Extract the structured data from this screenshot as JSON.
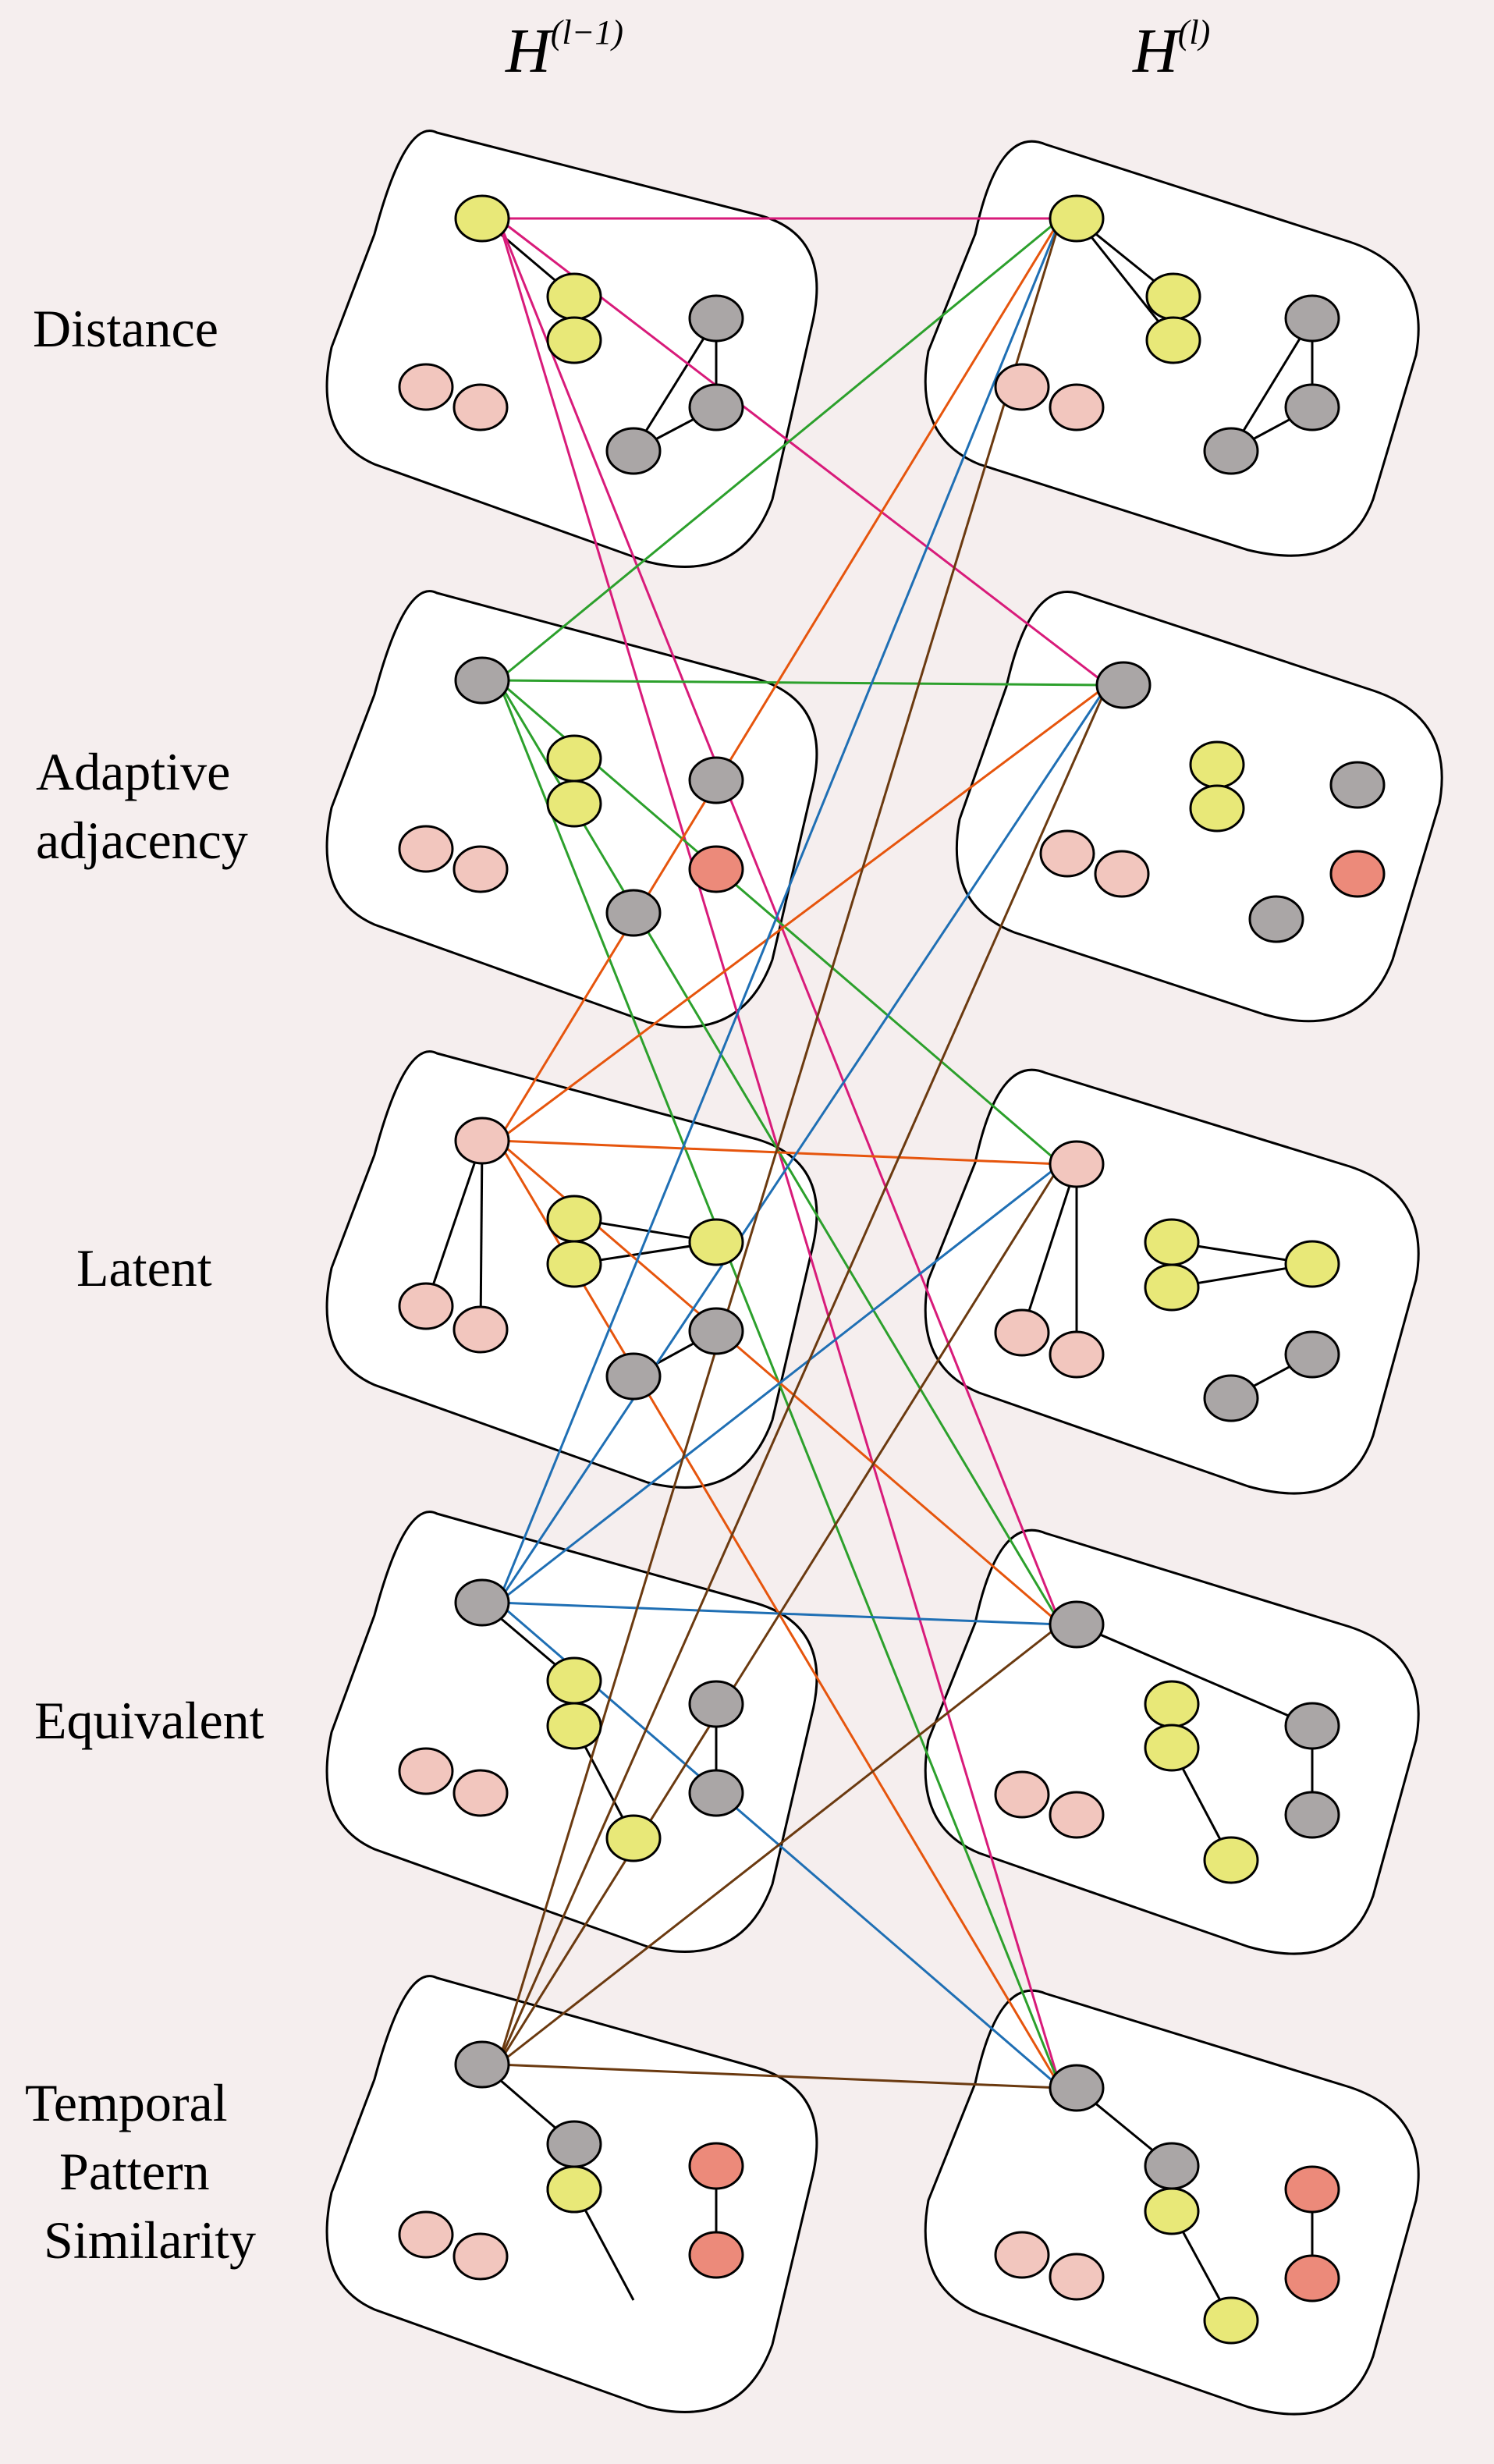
{
  "headers": {
    "left": {
      "base": "H",
      "sup": "(l−1)"
    },
    "right": {
      "base": "H",
      "sup": "(l)"
    }
  },
  "rows": [
    {
      "id": "distance",
      "label_lines": [
        "Distance"
      ]
    },
    {
      "id": "adaptive",
      "label_lines": [
        "Adaptive",
        "adjacency"
      ]
    },
    {
      "id": "latent",
      "label_lines": [
        "Latent"
      ]
    },
    {
      "id": "equivalent",
      "label_lines": [
        "Equivalent"
      ]
    },
    {
      "id": "temporal",
      "label_lines": [
        "Temporal",
        "Pattern",
        "Similarity"
      ]
    }
  ],
  "colors": {
    "background": "#f5eeee",
    "node_yellow": "#e8e878",
    "node_gray": "#aaa6a6",
    "node_pink": "#f2c6be",
    "node_red": "#ec8a7a",
    "link_distance": "#d81b7a",
    "link_adaptive": "#2ca02c",
    "link_latent": "#e6550d",
    "link_equivalent": "#1f6fb4",
    "link_temporal": "#6b3a10"
  },
  "graph_nodes": [
    {
      "id": "L0-h",
      "c": "yellow"
    },
    {
      "id": "L0-y1",
      "c": "yellow"
    },
    {
      "id": "L0-y2",
      "c": "yellow"
    },
    {
      "id": "L0-g1",
      "c": "gray"
    },
    {
      "id": "L0-g2",
      "c": "gray"
    },
    {
      "id": "L0-g3",
      "c": "gray"
    },
    {
      "id": "L0-p1",
      "c": "pink"
    },
    {
      "id": "L0-p2",
      "c": "pink"
    },
    {
      "id": "R0-h",
      "c": "yellow"
    },
    {
      "id": "R0-y1",
      "c": "yellow"
    },
    {
      "id": "R0-y2",
      "c": "yellow"
    },
    {
      "id": "R0-g1",
      "c": "gray"
    },
    {
      "id": "R0-g2",
      "c": "gray"
    },
    {
      "id": "R0-g3",
      "c": "gray"
    },
    {
      "id": "R0-p1",
      "c": "pink"
    },
    {
      "id": "R0-p2",
      "c": "pink"
    },
    {
      "id": "L1-h",
      "c": "gray"
    },
    {
      "id": "L1-y1",
      "c": "yellow"
    },
    {
      "id": "L1-y2",
      "c": "yellow"
    },
    {
      "id": "L1-g1",
      "c": "gray"
    },
    {
      "id": "L1-r1",
      "c": "red"
    },
    {
      "id": "L1-g2",
      "c": "gray"
    },
    {
      "id": "L1-p1",
      "c": "pink"
    },
    {
      "id": "L1-p2",
      "c": "pink"
    },
    {
      "id": "R1-h",
      "c": "gray"
    },
    {
      "id": "R1-y1",
      "c": "yellow"
    },
    {
      "id": "R1-y2",
      "c": "yellow"
    },
    {
      "id": "R1-g1",
      "c": "gray"
    },
    {
      "id": "R1-r1",
      "c": "red"
    },
    {
      "id": "R1-g2",
      "c": "gray"
    },
    {
      "id": "R1-p1",
      "c": "pink"
    },
    {
      "id": "R1-p2",
      "c": "pink"
    },
    {
      "id": "L2-h",
      "c": "pink"
    },
    {
      "id": "L2-p1",
      "c": "pink"
    },
    {
      "id": "L2-p2",
      "c": "pink"
    },
    {
      "id": "L2-y1",
      "c": "yellow"
    },
    {
      "id": "L2-y2",
      "c": "yellow"
    },
    {
      "id": "L2-y3",
      "c": "yellow"
    },
    {
      "id": "L2-g1",
      "c": "gray"
    },
    {
      "id": "L2-g2",
      "c": "gray"
    },
    {
      "id": "R2-h",
      "c": "pink"
    },
    {
      "id": "R2-p1",
      "c": "pink"
    },
    {
      "id": "R2-p2",
      "c": "pink"
    },
    {
      "id": "R2-y1",
      "c": "yellow"
    },
    {
      "id": "R2-y2",
      "c": "yellow"
    },
    {
      "id": "R2-y3",
      "c": "yellow"
    },
    {
      "id": "R2-g1",
      "c": "gray"
    },
    {
      "id": "R2-g2",
      "c": "gray"
    },
    {
      "id": "L3-h",
      "c": "gray"
    },
    {
      "id": "L3-y1",
      "c": "yellow"
    },
    {
      "id": "L3-y2",
      "c": "yellow"
    },
    {
      "id": "L3-y3",
      "c": "yellow"
    },
    {
      "id": "L3-g1",
      "c": "gray"
    },
    {
      "id": "L3-g2",
      "c": "gray"
    },
    {
      "id": "L3-p1",
      "c": "pink"
    },
    {
      "id": "L3-p2",
      "c": "pink"
    },
    {
      "id": "R3-h",
      "c": "gray"
    },
    {
      "id": "R3-y1",
      "c": "yellow"
    },
    {
      "id": "R3-y2",
      "c": "yellow"
    },
    {
      "id": "R3-y3",
      "c": "yellow"
    },
    {
      "id": "R3-g1",
      "c": "gray"
    },
    {
      "id": "R3-g2",
      "c": "gray"
    },
    {
      "id": "R3-p1",
      "c": "pink"
    },
    {
      "id": "R3-p2",
      "c": "pink"
    },
    {
      "id": "L4-h",
      "c": "gray"
    },
    {
      "id": "L4-g1",
      "c": "gray"
    },
    {
      "id": "L4-y1",
      "c": "yellow"
    },
    {
      "id": "L4-y2",
      "c": "yellow"
    },
    {
      "id": "L4-r1",
      "c": "red"
    },
    {
      "id": "L4-r2",
      "c": "red"
    },
    {
      "id": "L4-p1",
      "c": "pink"
    },
    {
      "id": "L4-p2",
      "c": "pink"
    },
    {
      "id": "R4-h",
      "c": "gray"
    },
    {
      "id": "R4-g1",
      "c": "gray"
    },
    {
      "id": "R4-y1",
      "c": "yellow"
    },
    {
      "id": "R4-y2",
      "c": "yellow"
    },
    {
      "id": "R4-r1",
      "c": "red"
    },
    {
      "id": "R4-r2",
      "c": "red"
    },
    {
      "id": "R4-p1",
      "c": "pink"
    },
    {
      "id": "R4-p2",
      "c": "pink"
    }
  ],
  "graph_edges": [
    [
      "L0-h",
      "L0-y1"
    ],
    [
      "L0-g1",
      "L0-g3"
    ],
    [
      "L0-g2",
      "L0-g3"
    ],
    [
      "L0-g1",
      "L0-g2"
    ],
    [
      "R0-h",
      "R0-y1"
    ],
    [
      "R0-h",
      "R0-y2"
    ],
    [
      "R0-g1",
      "R0-g2"
    ],
    [
      "R0-g2",
      "R0-g3"
    ],
    [
      "R0-g1",
      "R0-g3"
    ],
    [
      "L2-h",
      "L2-p1"
    ],
    [
      "L2-h",
      "L2-p2"
    ],
    [
      "L2-y1",
      "L2-y3"
    ],
    [
      "L2-y2",
      "L2-y3"
    ],
    [
      "L2-g1",
      "L2-g2"
    ],
    [
      "R2-h",
      "R2-p1"
    ],
    [
      "R2-h",
      "R2-p2"
    ],
    [
      "R2-y1",
      "R2-y3"
    ],
    [
      "R2-y2",
      "R2-y3"
    ],
    [
      "R2-g1",
      "R2-g2"
    ],
    [
      "L3-h",
      "L3-y1"
    ],
    [
      "L3-y2",
      "L3-y3"
    ],
    [
      "L3-g1",
      "L3-g2"
    ],
    [
      "R3-h",
      "R3-g1"
    ],
    [
      "R3-y2",
      "R3-y3"
    ],
    [
      "R3-g1",
      "R3-g2"
    ],
    [
      "L4-h",
      "L4-g1"
    ],
    [
      "L4-y2",
      "L4-y3"
    ],
    [
      "L4-r1",
      "L4-r2"
    ],
    [
      "R4-h",
      "R4-g1"
    ],
    [
      "R4-y1",
      "R4-y2"
    ],
    [
      "R4-r1",
      "R4-r2"
    ]
  ],
  "links": [
    {
      "group": "distance",
      "from": "L0-h",
      "to": "R0-h"
    },
    {
      "group": "distance",
      "from": "L0-h",
      "to": "R1-h"
    },
    {
      "group": "distance",
      "from": "L0-h",
      "to": "R3-h"
    },
    {
      "group": "distance",
      "from": "L0-h",
      "to": "R4-h"
    },
    {
      "group": "adaptive",
      "from": "L1-h",
      "to": "R0-h"
    },
    {
      "group": "adaptive",
      "from": "L1-h",
      "to": "R1-h"
    },
    {
      "group": "adaptive",
      "from": "L1-h",
      "to": "R2-h"
    },
    {
      "group": "adaptive",
      "from": "L1-h",
      "to": "R3-h"
    },
    {
      "group": "adaptive",
      "from": "L1-h",
      "to": "R4-h"
    },
    {
      "group": "latent",
      "from": "L2-h",
      "to": "R0-h"
    },
    {
      "group": "latent",
      "from": "L2-h",
      "to": "R1-h"
    },
    {
      "group": "latent",
      "from": "L2-h",
      "to": "R2-h"
    },
    {
      "group": "latent",
      "from": "L2-h",
      "to": "R3-h"
    },
    {
      "group": "latent",
      "from": "L2-h",
      "to": "R4-h"
    },
    {
      "group": "equivalent",
      "from": "L3-h",
      "to": "R0-h"
    },
    {
      "group": "equivalent",
      "from": "L3-h",
      "to": "R1-h"
    },
    {
      "group": "equivalent",
      "from": "L3-h",
      "to": "R2-h"
    },
    {
      "group": "equivalent",
      "from": "L3-h",
      "to": "R3-h"
    },
    {
      "group": "equivalent",
      "from": "L3-h",
      "to": "R4-h"
    },
    {
      "group": "temporal",
      "from": "L4-h",
      "to": "R0-h"
    },
    {
      "group": "temporal",
      "from": "L4-h",
      "to": "R1-h"
    },
    {
      "group": "temporal",
      "from": "L4-h",
      "to": "R2-h"
    },
    {
      "group": "temporal",
      "from": "L4-h",
      "to": "R3-h"
    },
    {
      "group": "temporal",
      "from": "L4-h",
      "to": "R4-h"
    }
  ]
}
